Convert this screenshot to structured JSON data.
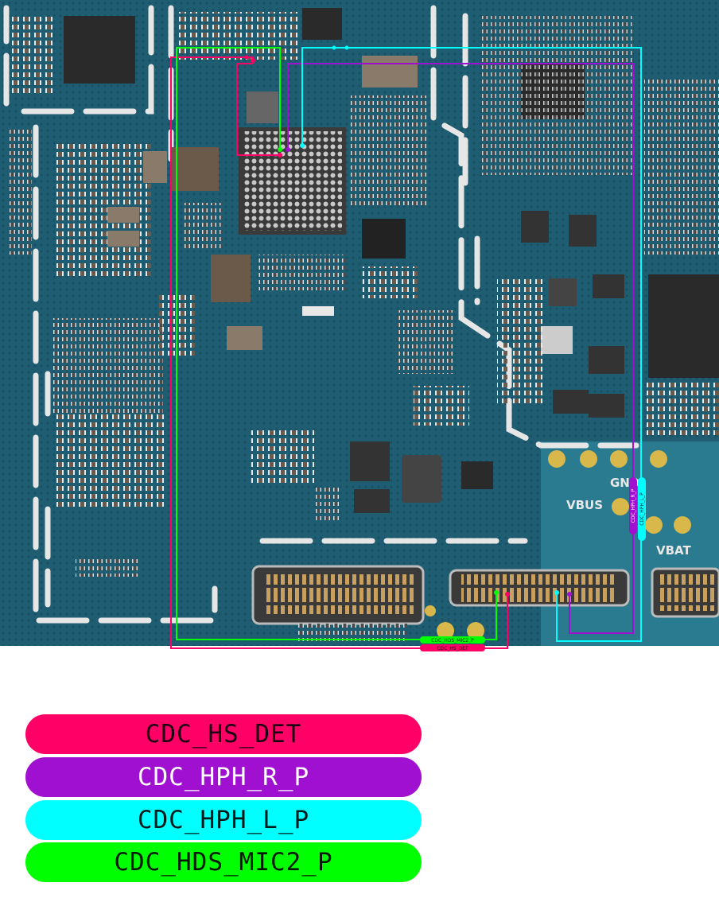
{
  "silkscreen": {
    "gnd": "GND",
    "vbus": "VBUS",
    "vbat": "VBAT"
  },
  "trace_labels": {
    "mic2": "CDC_HDS_MIC2_P",
    "hs_det": "CDC_HS_DET",
    "hph_r": "CDC_HPH_R_P",
    "hph_l": "CDC_HPH_L_P"
  },
  "legend": [
    {
      "label": "CDC_HS_DET",
      "color": "#ff0066",
      "text_color": "#1a0010"
    },
    {
      "label": "CDC_HPH_R_P",
      "color": "#a010d0",
      "text_color": "#ffffff"
    },
    {
      "label": "CDC_HPH_L_P",
      "color": "#00ffff",
      "text_color": "#001a1a"
    },
    {
      "label": "CDC_HDS_MIC2_P",
      "color": "#00ff00",
      "text_color": "#001a00"
    }
  ],
  "colors": {
    "board": "#1f5d72",
    "hs_det": "#ff0066",
    "hph_r": "#a010d0",
    "hph_l": "#00ffff",
    "mic2": "#00ff00"
  }
}
